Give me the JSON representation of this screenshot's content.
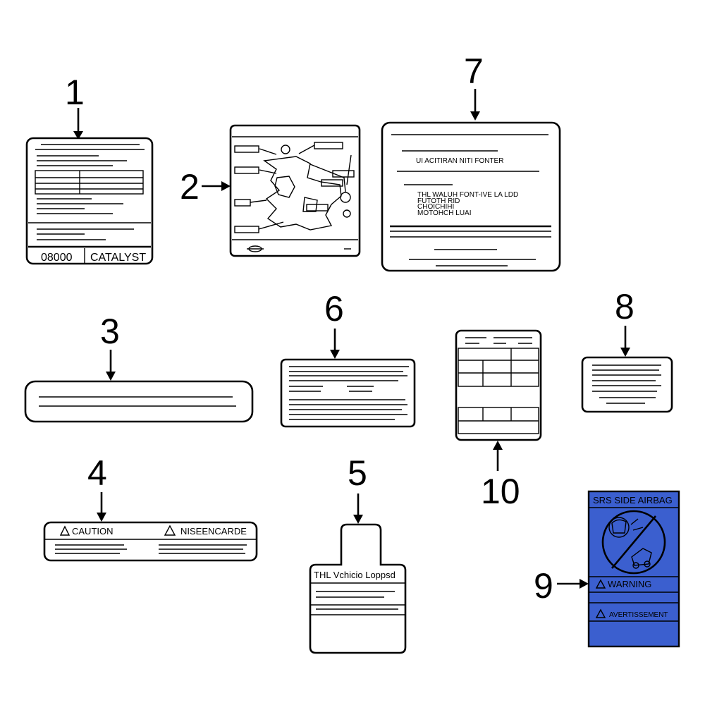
{
  "callouts": {
    "c1": "1",
    "c2": "2",
    "c3": "3",
    "c4": "4",
    "c5": "5",
    "c6": "6",
    "c7": "7",
    "c8": "8",
    "c9": "9",
    "c10": "10"
  },
  "label1": {
    "code": "08000",
    "catalyst": "CATALYST"
  },
  "label4": {
    "caution": "CAUTION",
    "nise": "NISEENCARDE"
  },
  "label5": {
    "text": "THL Vchicio Loppsd"
  },
  "label7": {
    "line1": "UI ACITIRAN NITI FONTER",
    "line2": "THL WALUH FONT-IVE LA LDD",
    "line3": "FUTOTH RID",
    "line4": "CHOICHIHI",
    "line5": "MOTOHCH LUAI"
  },
  "label9": {
    "title": "SRS SIDE AIRBAG",
    "warning": "WARNING",
    "avert": "AVERTISSEMENT",
    "bg_color": "#3b5fcf",
    "line_color": "#000000"
  }
}
